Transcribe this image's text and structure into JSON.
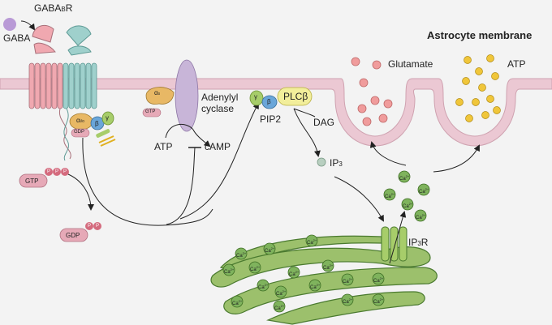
{
  "title": "Astrocyte membrane",
  "labels": {
    "gaba": "GABA",
    "gabab_receptor": "GABA",
    "gabab_receptor_sub": "B",
    "gabab_receptor_tail": "R",
    "g_alpha_io": "α",
    "g_alpha_io_sub": "i/o",
    "g_beta": "β",
    "g_gamma": "γ",
    "gdp_small": "GDP",
    "gtp": "GTP",
    "p": "P",
    "gdp": "GDP",
    "g_alpha_s": "α",
    "g_alpha_s_sub": "s",
    "gtp_small": "GTP",
    "adenylyl_cyclase_1": "Adenylyl",
    "adenylyl_cyclase_2": "cyclase",
    "atp_left": "ATP",
    "camp": "cAMP",
    "gamma2": "γ",
    "beta2": "β",
    "plcb": "PLCβ",
    "pip2": "PIP2",
    "dag": "DAG",
    "ip3": "IP",
    "ip3_sub": "3",
    "ip3r": "IP",
    "ip3r_sub": "3",
    "ip3r_tail": "R",
    "glutamate": "Glutamate",
    "atp_right": "ATP",
    "ca": "Ca",
    "ca_sup": "2+"
  },
  "colors": {
    "membrane": "#ebc8d3",
    "receptor_pink": "#f0a8b0",
    "receptor_teal": "#9fd0cc",
    "alpha": "#e8b865",
    "beta": "#6aa6d9",
    "gamma": "#a7cd6a",
    "cyclase": "#c8b5d8",
    "plc": "#f2ee9b",
    "gtp": "#e6a9b7",
    "phosphate": "#d46b7e",
    "er": "#9cc06c",
    "er_dark": "#4a7a2f",
    "calcium": "#7fb35d",
    "glutamate": "#f09c9c",
    "atp_vesicle": "#f0c63a"
  }
}
